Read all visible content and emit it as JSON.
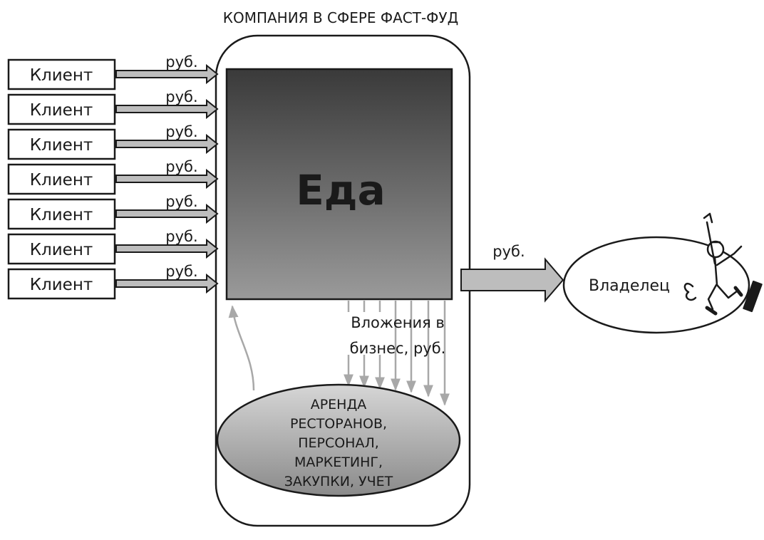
{
  "title": "КОМПАНИЯ В СФЕРЕ ФАСТ-ФУД",
  "clients": [
    "Клиент",
    "Клиент",
    "Клиент",
    "Клиент",
    "Клиент",
    "Клиент",
    "Клиент"
  ],
  "payment_label": "руб.",
  "food_label": "Еда",
  "investment_label_lines": [
    "Вложения в",
    "бизнес, руб."
  ],
  "costs_lines": [
    "АРЕНДА",
    "РЕСТОРАНОВ,",
    "ПЕРСОНАЛ,",
    "МАРКЕТИНГ,",
    "ЗАКУПКИ, УЧЕТ"
  ],
  "owner_payment_label": "руб.",
  "owner_label": "Владелец",
  "colors": {
    "line": "#1a1a1a",
    "arrow_fill": "#bdbdbd",
    "thin_arrow": "#a8a8a8",
    "food_gradient_top": "#3a3a3a",
    "food_gradient_bottom": "#8e8e8e",
    "costs_gradient_top": "#c8c8c8",
    "costs_gradient_bottom": "#8a8a8a"
  }
}
